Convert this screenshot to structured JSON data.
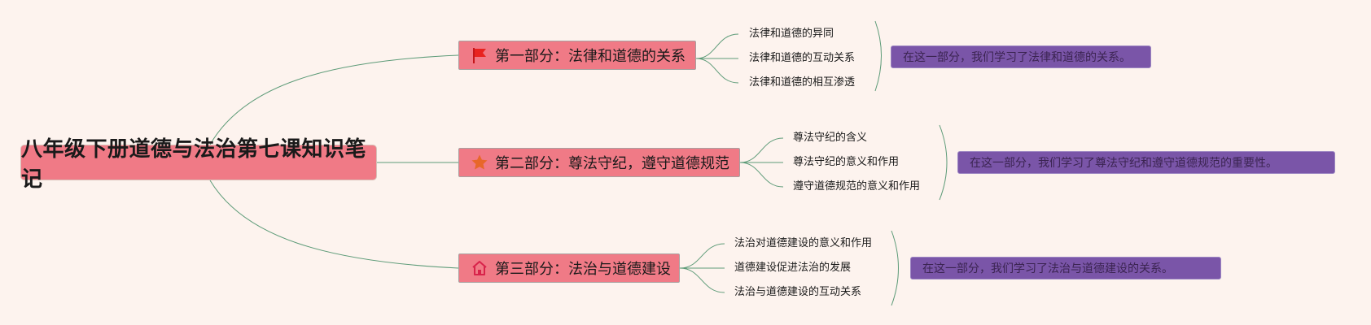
{
  "root": {
    "title": "八年级下册道德与法治第七课知识笔记"
  },
  "branches": [
    {
      "title": "第一部分：法律和道德的关系",
      "icon": "flag-icon",
      "icon_color": "#e8231f",
      "leaves": [
        "法律和道德的异同",
        "法律和道德的互动关系",
        "法律和道德的相互渗透"
      ],
      "summary": "在这一部分，我们学习了法律和道德的关系。"
    },
    {
      "title": "第二部分：尊法守纪，遵守道德规范",
      "icon": "star-icon",
      "icon_color": "#e8672a",
      "leaves": [
        "尊法守纪的含义",
        "尊法守纪的意义和作用",
        "遵守道德规范的意义和作用"
      ],
      "summary": "在这一部分，我们学习了尊法守纪和遵守道德规范的重要性。"
    },
    {
      "title": "第三部分：法治与道德建设",
      "icon": "home-icon",
      "icon_color": "#d8234a",
      "leaves": [
        "法治对道德建设的意义和作用",
        "道德建设促进法治的发展",
        "法治与道德建设的互动关系"
      ],
      "summary": "在这一部分，我们学习了法治与道德建设的关系。"
    }
  ],
  "colors": {
    "background": "#fdf3ee",
    "node_fill": "#f07a86",
    "summary_fill": "#7a55a8",
    "connector": "#5d9b78"
  }
}
